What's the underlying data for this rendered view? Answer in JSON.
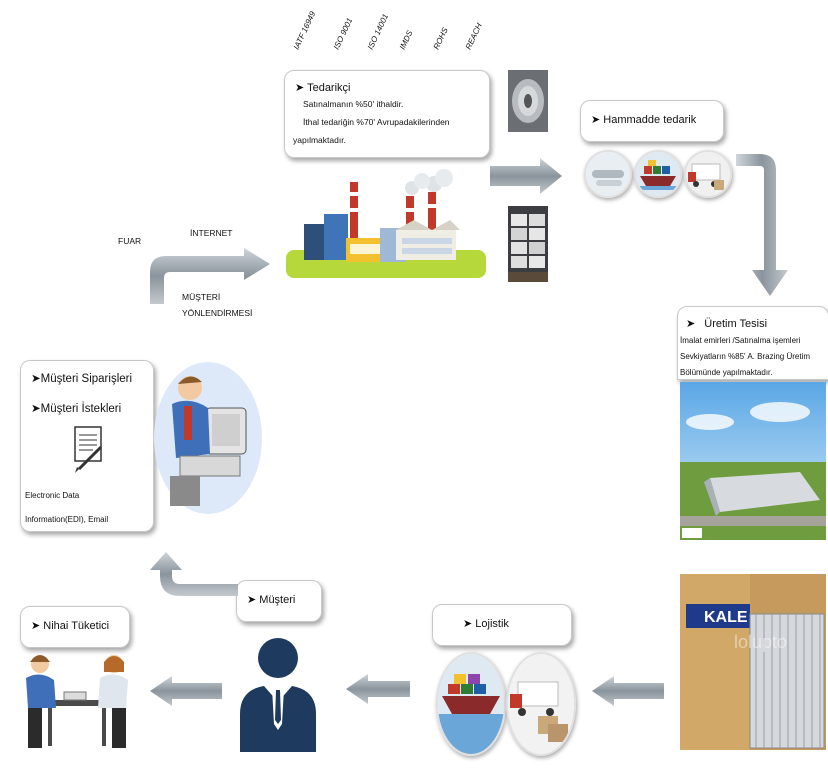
{
  "certifications": [
    "IATF 16949",
    "ISO 9001",
    "ISO 14001",
    "IMDS",
    "ROHS",
    "REACH"
  ],
  "supplier": {
    "title": "Tedarikçi",
    "line1": "Satınalmanın %50' ithaldir.",
    "line2": "İthal tedariğin %70' Avrupadakilerinden",
    "line3": "yapılmaktadır."
  },
  "raw_material": {
    "title": "Hammadde tedarik"
  },
  "channel_labels": {
    "fair": "FUAR",
    "internet": "İNTERNET",
    "redirect_line1": "MÜŞTERİ",
    "redirect_line2": "YÖNLENDİRMESİ"
  },
  "production": {
    "title": "Üretim Tesisi",
    "line1": "İmalat emirleri /Satınalma işemleri",
    "line2": "Sevkiyatların %85' A. Brazing Üretim",
    "line3": "Bölümünde yapılmaktadır."
  },
  "customer_orders": {
    "item1": "Müşteri Siparişleri",
    "item2": "Müşteri İstekleri",
    "edi_line1": "Electronic Data",
    "edi_line2": "Information(EDI), Email"
  },
  "logistics": {
    "title": "Lojistik"
  },
  "customer": {
    "title": "Müşteri"
  },
  "end_consumer": {
    "title": "Nihai Tüketici"
  },
  "product_box": {
    "brand": "KALE",
    "watermark": "lolupto"
  },
  "colors": {
    "arrow_grey": "#9aa3aa",
    "factory_green": "#b6d83a",
    "navy": "#1f3a5f",
    "red": "#c0392b"
  }
}
